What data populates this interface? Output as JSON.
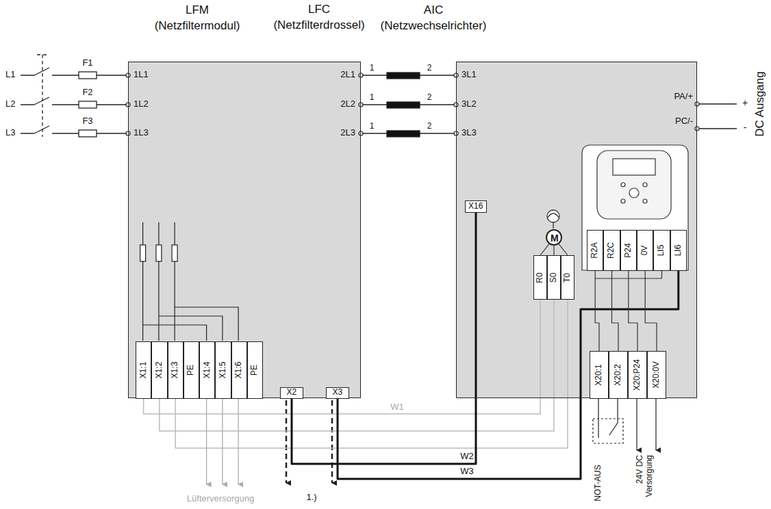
{
  "diagram": {
    "nodes": [
      {
        "text": [
          "LFM (Netzfiltermodul)"
        ]
      },
      {
        "text": [
          "X1:1",
          "X1:2",
          "X1:3",
          "PE",
          "X1:4",
          "X1:5",
          "X1:6",
          "PE"
        ],
        "in": 0
      },
      {
        "text": [
          "X2"
        ],
        "in": 0
      },
      {
        "text": [
          "X3"
        ],
        "in": 0
      },
      {
        "text": [
          "AIC (Netzwechselrichter)"
        ]
      },
      {
        "text": [
          "X16"
        ],
        "in": 4
      },
      {
        "text": [
          "M"
        ],
        "in": 4
      },
      {
        "text": [
          "R0",
          "S0",
          "T0"
        ],
        "in": 4
      },
      {
        "text": [
          "R2A",
          "R2C",
          "P24",
          "0V",
          "LI5",
          "LI6"
        ],
        "in": 4
      },
      {
        "text": [
          "X20:1",
          "X20:2",
          "X20:P24",
          "X20:0V"
        ],
        "in": 4
      }
    ],
    "edges": [
      {
        "from": 1,
        "to": 7,
        "arrow": "none",
        "label": "W1"
      },
      {
        "from": 2,
        "to": 5,
        "arrow": "none",
        "label": "W2"
      },
      {
        "from": 3,
        "to": 8,
        "arrow": "none",
        "label": "W3"
      },
      {
        "from": 6,
        "to": 7,
        "arrow": "none"
      },
      {
        "from": 8,
        "to": 9,
        "arrow": "none"
      }
    ],
    "labels": [
      "L1",
      "L2",
      "L3",
      "F1",
      "F2",
      "F3",
      "1L1",
      "1L2",
      "1L3",
      "2L1",
      "2L2",
      "2L3",
      "1",
      "2",
      "1",
      "2",
      "1",
      "2",
      "3L1",
      "3L2",
      "3L3",
      "PA/+",
      "PC/-",
      "+",
      "-",
      "DC Ausgang",
      "LFC (Netzfilterdrossel)",
      "Lüfterversorgung",
      "1.)",
      "NOT-AUS",
      "24V DC Versorgung"
    ]
  }
}
